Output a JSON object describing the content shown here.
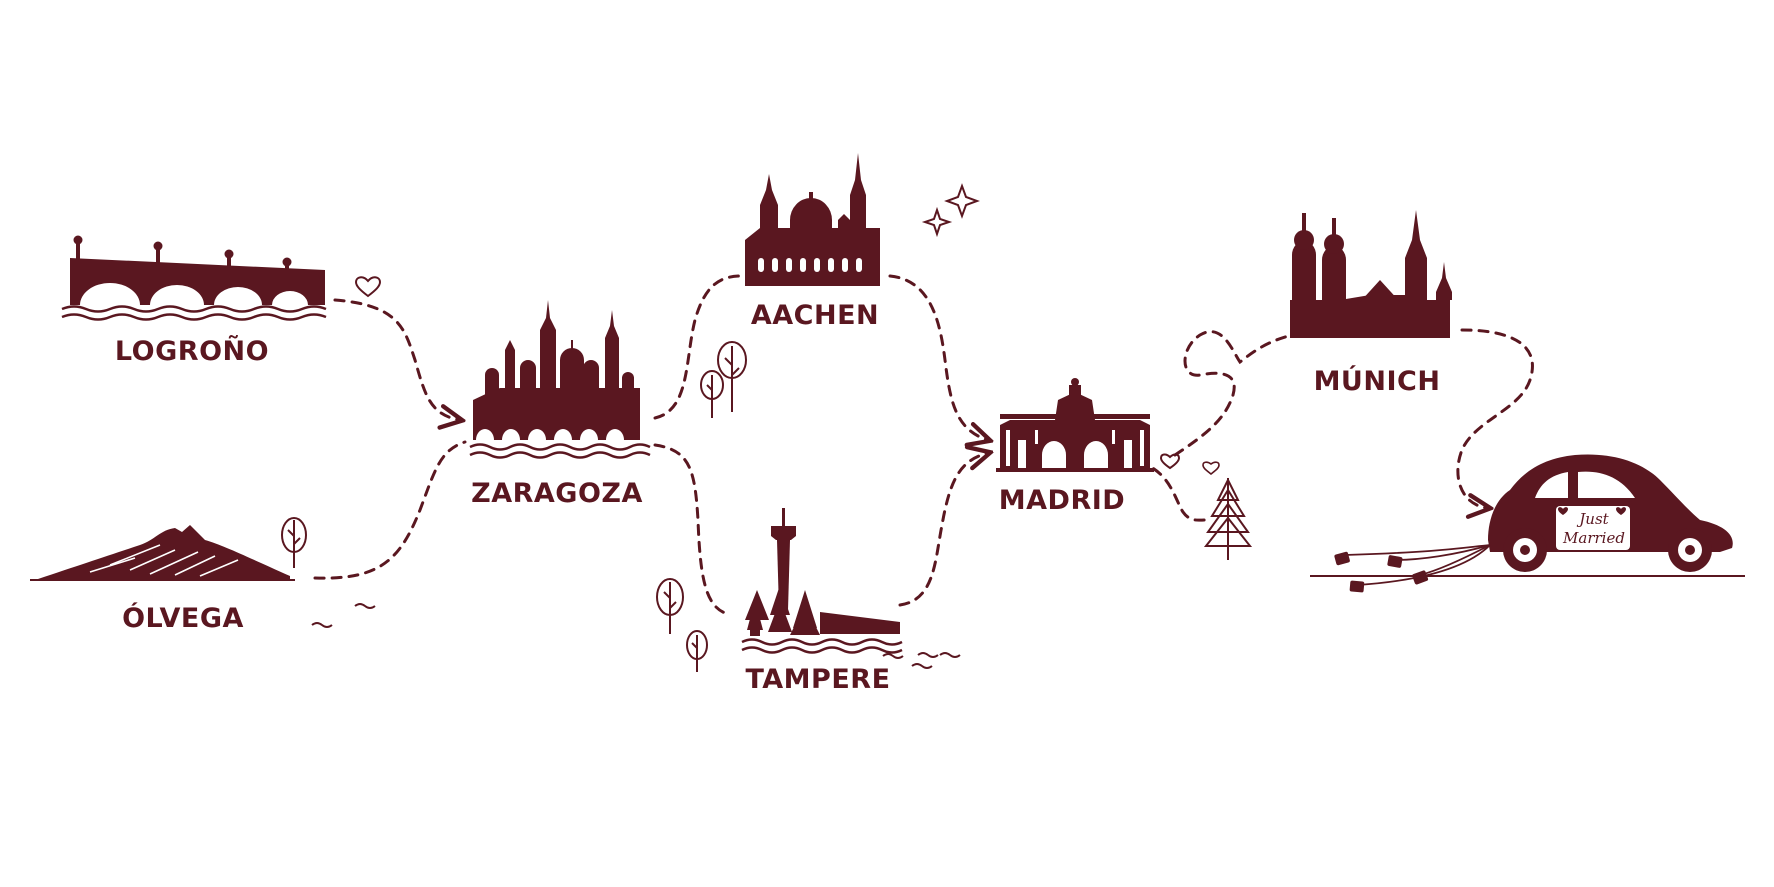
{
  "colors": {
    "ink": "#5a1720",
    "background": "#ffffff"
  },
  "cities": {
    "logrono": "LOGROÑO",
    "olvega": "ÓLVEGA",
    "zaragoza": "ZARAGOZA",
    "aachen": "AACHEN",
    "tampere": "TAMPERE",
    "madrid": "MADRID",
    "munich": "MÚNICH"
  },
  "car": {
    "line1": "Just",
    "line2": "Married"
  },
  "icons": [
    "bridge-icon",
    "mountain-icon",
    "basilica-icon",
    "cathedral-icon",
    "tower-icon",
    "gate-icon",
    "twin-towers-icon",
    "car-icon",
    "heart-icon",
    "tree-icon",
    "sparkle-icon",
    "wave-icon"
  ]
}
